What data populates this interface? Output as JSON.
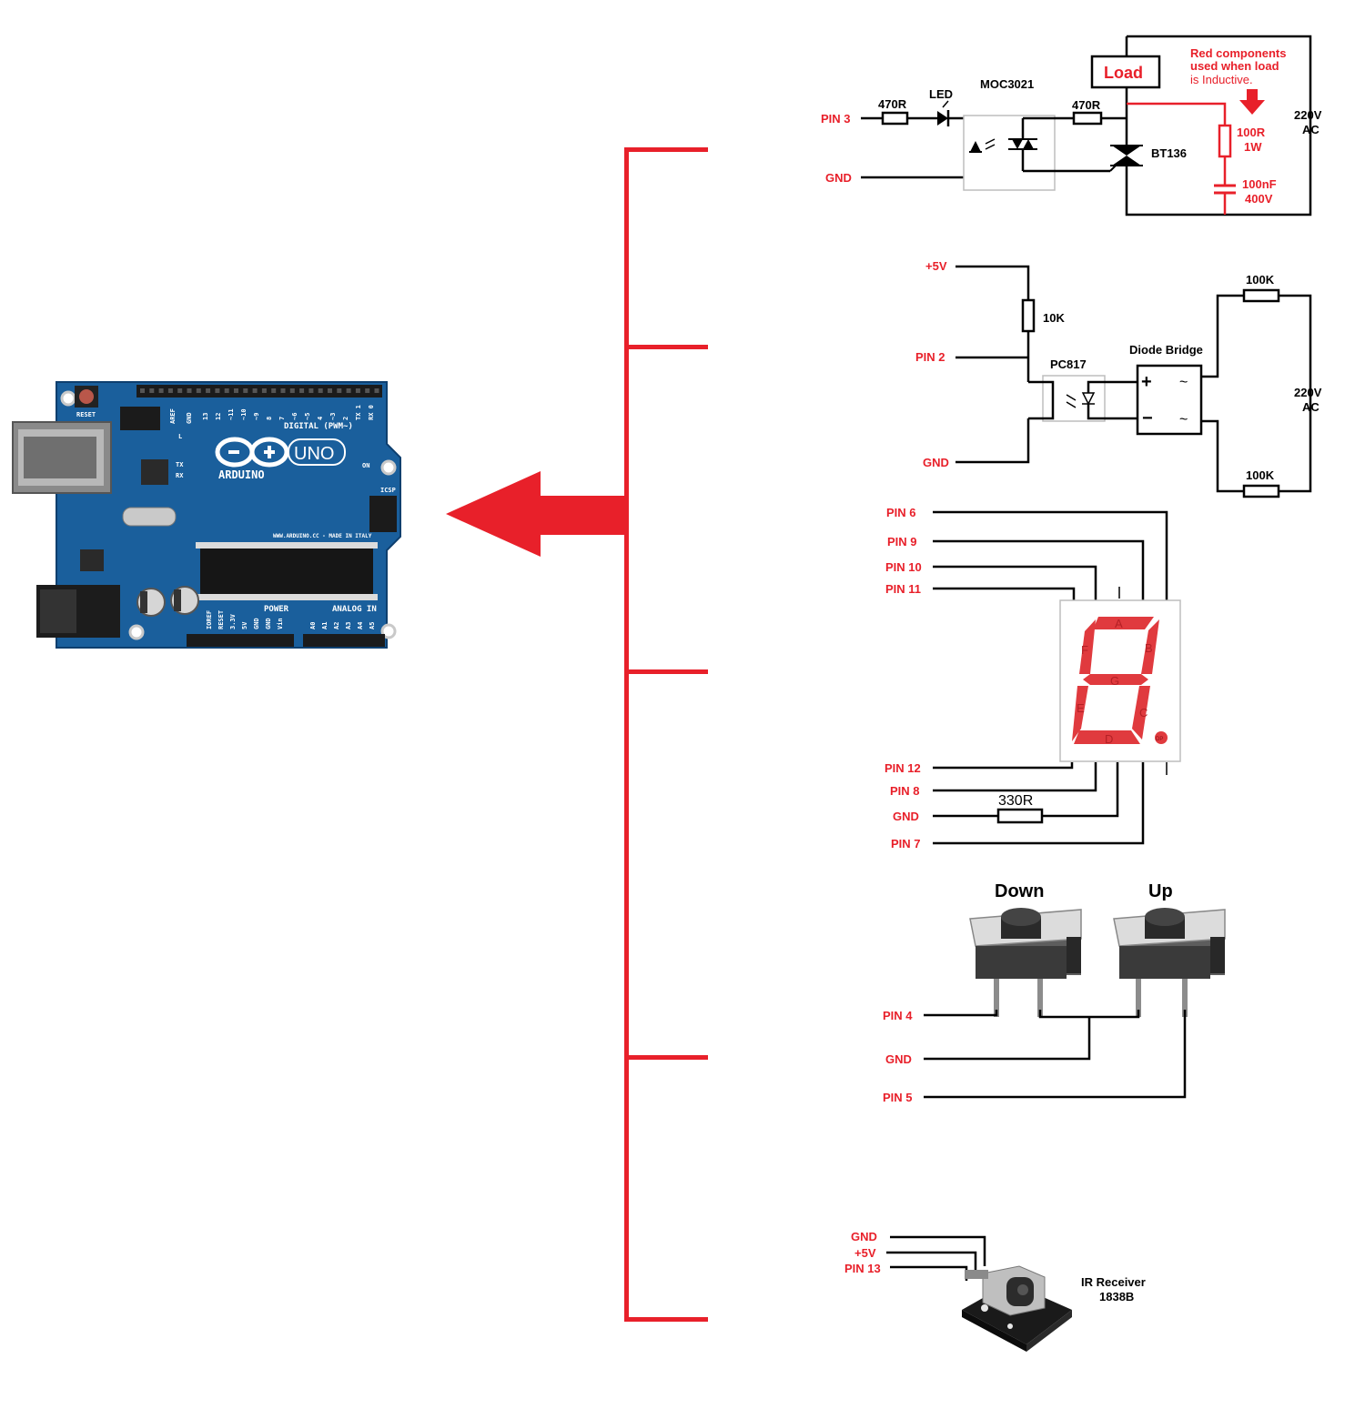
{
  "arduino": {
    "logo_text": "ARDUINO",
    "model_text": "UNO",
    "digital_label": "DIGITAL (PWM~)",
    "power_label": "POWER",
    "analog_label": "ANALOG IN",
    "url_text": "WWW.ARDUINO.CC - MADE IN ITALY",
    "on_label": "ON",
    "icsp_label": "ICSP",
    "reset_label": "RESET",
    "tx_label": "TX",
    "rx_label": "RX",
    "led_l_label": "L",
    "aref_label": "AREF",
    "gnd_label": "GND",
    "digital_pins": [
      "13",
      "12",
      "~11",
      "~10",
      "~9",
      "8",
      "7",
      "~6",
      "~5",
      "4",
      "~3",
      "2",
      "TX 1",
      "RX 0"
    ],
    "power_pins": [
      "IOREF",
      "RESET",
      "3.3V",
      "5V",
      "GND",
      "GND",
      "Vin"
    ],
    "analog_pins": [
      "A0",
      "A1",
      "A2",
      "A3",
      "A4",
      "A5"
    ]
  },
  "triac_circuit": {
    "pin3_label": "PIN 3",
    "gnd_label": "GND",
    "resistor1_label": "470R",
    "led_label": "LED",
    "opto_label": "MOC3021",
    "resistor2_label": "470R",
    "load_label": "Load",
    "triac_label": "BT136",
    "note_lines": [
      "Red components",
      "used when load",
      "is Inductive."
    ],
    "snubber_r_lines": [
      "100R",
      "1W"
    ],
    "snubber_c_lines": [
      "100nF",
      "400V"
    ],
    "ac_lines": [
      "220V",
      "AC"
    ]
  },
  "zero_cross_circuit": {
    "v5_label": "+5V",
    "resistor_label": "10K",
    "pin2_label": "PIN 2",
    "opto_label": "PC817",
    "bridge_label": "Diode Bridge",
    "gnd_label": "GND",
    "r_top_label": "100K",
    "r_bottom_label": "100K",
    "ac_lines": [
      "220V",
      "AC"
    ],
    "bridge_plus": "+",
    "bridge_minus": "−",
    "bridge_ac_symbol": "~"
  },
  "seven_segment": {
    "top_pins": [
      "PIN 6",
      "PIN 9",
      "PIN 10",
      "PIN 11"
    ],
    "bottom_pins": [
      "PIN 12",
      "PIN 8",
      "GND",
      "PIN 7"
    ],
    "resistor_label": "330R",
    "segments": [
      "A",
      "B",
      "C",
      "D",
      "E",
      "F",
      "G",
      "DP"
    ]
  },
  "buttons": {
    "down_label": "Down",
    "up_label": "Up",
    "pin4_label": "PIN 4",
    "gnd_label": "GND",
    "pin5_label": "PIN 5"
  },
  "ir_receiver": {
    "gnd_label": "GND",
    "v5_label": "+5V",
    "pin13_label": "PIN 13",
    "title_lines": [
      "IR Receiver",
      "1838B"
    ]
  },
  "colors": {
    "accent_red": "#e8202a",
    "board_blue": "#1a5f9c",
    "wire_black": "#000000"
  }
}
